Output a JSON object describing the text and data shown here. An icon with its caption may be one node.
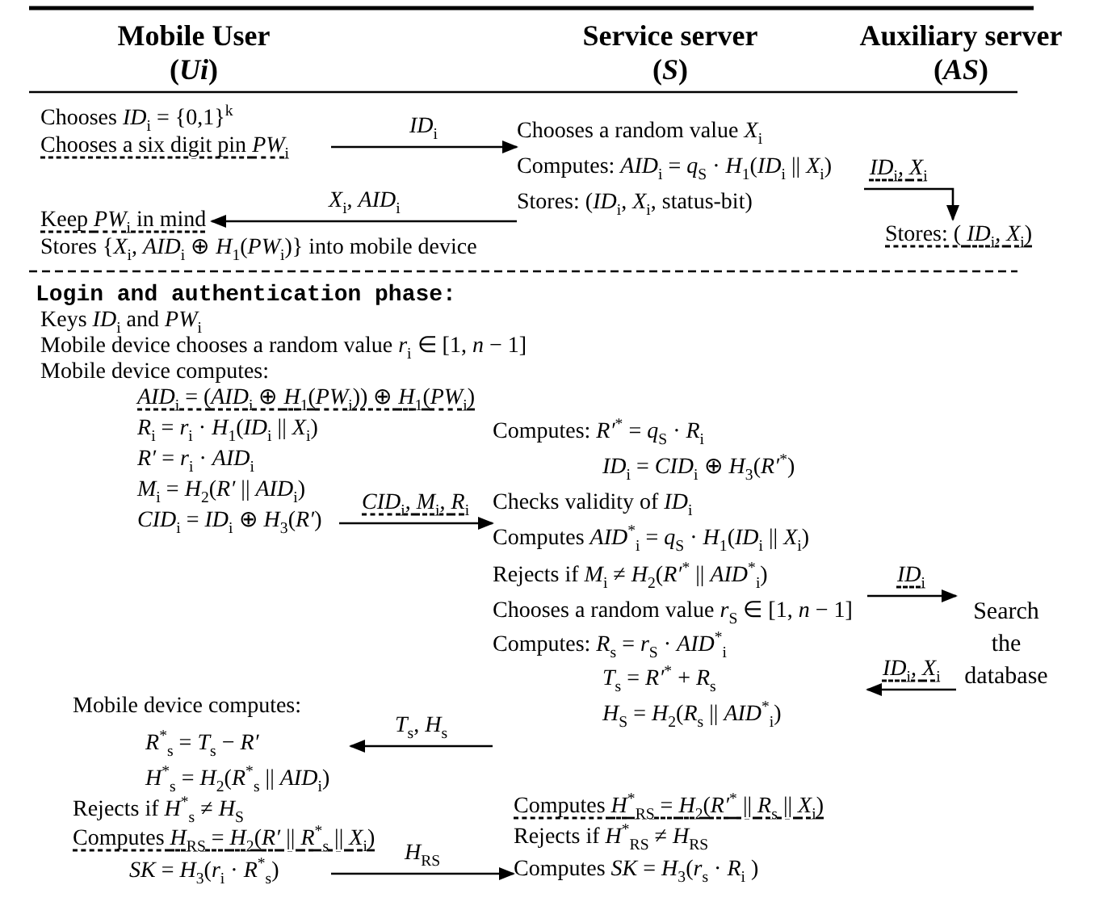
{
  "diagram": {
    "nodes": [
      {
        "text": [
          "Chooses *ID*$_{i}$ = {0,1}$^{k}$",
          "Chooses a six digit pin *PW*$_{i}$"
        ]
      },
      {
        "text": [
          "Chooses a random value *X*$_{i}$",
          "Computes: *AID*$_{i}$ = *q*$_{S}$ · *H*$_{1}$(*ID*$_{i}$ || *X*$_{i}$)",
          "Stores: (*ID*$_{i}$, *X*$_{i}$, status-bit)"
        ]
      },
      {
        "text": [
          "Stores: ( *ID*$_{i}$, *X*$_{i}$)"
        ]
      },
      {
        "text": [
          "Keep *PW*$_{i}$ in mind"
        ]
      },
      {
        "text": [
          "*R*$_{i}$ = *r*$_{i}$ · *H*$_{1}$(*ID*$_{i}$ || *X*$_{i}$)",
          "*R′* = *r*$_{i}$ · *AID*$_{i}$",
          "*M*$_{i}$ = *H*$_{2}$(*R′* || *AID*$_{i}$)",
          "*CID*$_{i}$ = *ID*$_{i}$ ⊕ *H*$_{3}$(*R′*)"
        ]
      },
      {
        "text": [
          "Computes: *R′*$^{*}$ = *q*$_{S}$ · *R*$_{i}$",
          "*ID*$_{i}$ = *CID*$_{i}$ ⊕ *H*$_{3}$(*R′*$^{*}$)",
          "Checks validity of *ID*$_{i}$",
          "Computes *AID*$^{*}$$_{i}$ = *q*$_{S}$ · *H*$_{1}$(*ID*$_{i}$ || *X*$_{i}$)",
          "Rejects if *M*$_{i}$ ≠ *H*$_{2}$(*R′*$^{*}$ || *AID*$^{*}$$_{i}$)",
          "Chooses a random value *r*$_{S}$ ∈ [1, *n* − 1]",
          "Computes: *R*$_{s}$ = *r*$_{S}$ · *AID*$^{*}$$_{i}$",
          "*T*$_{s}$ = *R′*$^{*}$ + *R*$_{s}$",
          "*H*$_{S}$ = *H*$_{2}$(*R*$_{s}$ || *AID*$^{*}$$_{i}$)"
        ]
      },
      {
        "text": [
          "Search the database"
        ]
      },
      {
        "text": [
          "Mobile device computes:",
          "*R*$^{*}$$_{s}$ = *T*$_{s}$ − *R′*",
          "*H*$^{*}$$_{s}$ = *H*$_{2}$(*R*$^{*}$$_{s}$ || *AID*$_{i}$)"
        ]
      },
      {
        "text": [
          "*SK* = *H*$_{3}$(*r*$_{i}$ · *R*$^{*}$$_{s}$)"
        ]
      },
      {
        "text": [
          "Computes *H*$^{*}$$_{RS}$ = *H*$_{2}$(*R′*$^{*}$ || *R*$_{s}$ || *X*$_{i}$)",
          "Rejects if *H*$^{*}$$_{RS}$ ≠ *H*$_{RS}$",
          "Computes *SK* = *H*$_{3}$(*r*$_{s}$ · *R*$_{i}$ )"
        ]
      }
    ],
    "edges": [
      {
        "from": 0,
        "to": 1,
        "arrow": "to",
        "label": "*ID*$_{i}$"
      },
      {
        "from": 1,
        "to": 2,
        "arrow": "to",
        "label": "*ID*$_{i}$, *X*$_{i}$"
      },
      {
        "from": 1,
        "to": 3,
        "arrow": "to",
        "label": "*X*$_{i}$, *AID*$_{i}$"
      },
      {
        "from": 4,
        "to": 5,
        "arrow": "to",
        "label": "*CID*$_{i}$, *M*$_{i}$, *R*$_{i}$"
      },
      {
        "from": 5,
        "to": 6,
        "arrow": "to",
        "label": "*ID*$_{i}$"
      },
      {
        "from": 6,
        "to": 5,
        "arrow": "to",
        "label": "*ID*$_{i}$, *X*$_{i}$"
      },
      {
        "from": 5,
        "to": 7,
        "arrow": "to",
        "label": "*T*$_{s}$, *H*$_{s}$"
      },
      {
        "from": 8,
        "to": 9,
        "arrow": "to",
        "label": "*H*$_{RS}$"
      }
    ],
    "labels": [
      "Mobile User",
      "(*Ui*)",
      "Service server",
      "(*S*)",
      "Auxiliary server",
      "(*AS*)",
      "Stores {*X*$_{i}$, *AID*$_{i}$ ⊕ *H*$_{1}$(*PW*$_{i}$)} into mobile device",
      "Login and authentication phase:",
      "Keys *ID*$_{i}$ and *PW*$_{i}$",
      "Mobile device chooses a random value *r*$_{i}$ ∈ [1, *n* − 1]",
      "Mobile device computes:",
      "*AID*$_{i}$ = (*AID*$_{i}$ ⊕ *H*$_{1}$(*PW*$_{i}$)) ⊕ *H*$_{1}$(*PW*$_{i}$)",
      "Rejects if *H*$^{*}$$_{s}$ ≠ *H*$_{S}$",
      "Computes *H*$_{RS}$ = *H*$_{2}$(*R′* || *R*$^{*}$$_{s}$ || *X*$_{i}$)"
    ]
  }
}
